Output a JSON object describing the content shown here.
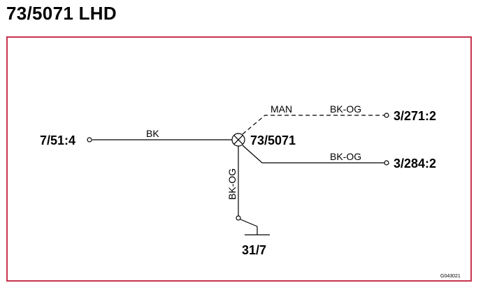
{
  "title": "73/5071 LHD",
  "colors": {
    "frame": "#c8334f",
    "line": "#000000",
    "background": "#ffffff"
  },
  "diagram": {
    "component": "73/5071",
    "left_connector": "7/51:4",
    "left_wire": "BK",
    "man_label": "MAN",
    "upper_wire": "BK-OG",
    "upper_connector": "3/271:2",
    "lower_wire": "BK-OG",
    "lower_connector": "3/284:2",
    "ground_wire": "BK-OG",
    "ground_connector": "31/7",
    "figure_id": "G043021"
  }
}
